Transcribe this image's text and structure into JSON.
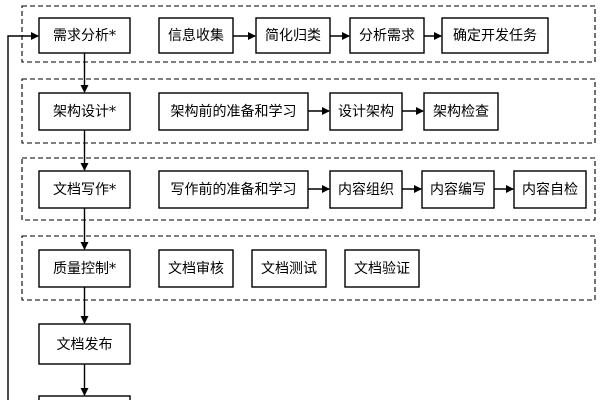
{
  "phases": [
    {
      "label": "需求分析*",
      "steps": [
        "信息收集",
        "简化归类",
        "分析需求",
        "确定开发任务"
      ],
      "arrows": true
    },
    {
      "label": "架构设计*",
      "steps": [
        "架构前的准备和学习",
        "设计架构",
        "架构检查"
      ],
      "arrows": true
    },
    {
      "label": "文档写作*",
      "steps": [
        "写作前的准备和学习",
        "内容组织",
        "内容编写",
        "内容自检"
      ],
      "arrows": true
    },
    {
      "label": "质量控制*",
      "steps": [
        "文档审核",
        "文档测试",
        "文档验证"
      ],
      "arrows": false
    },
    {
      "label": "文档发布",
      "steps": [],
      "arrows": false
    }
  ],
  "feedback_loop": true
}
